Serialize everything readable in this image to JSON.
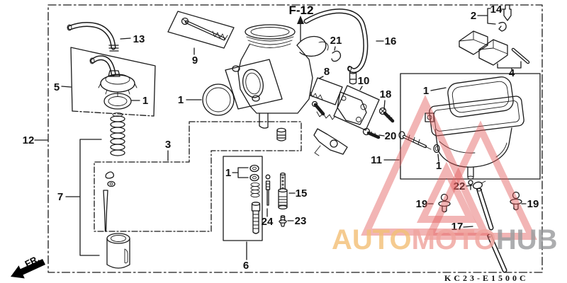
{
  "meta": {
    "background": "#ffffff",
    "line_color": "#1a1a1a",
    "type": "exploded-parts-diagram"
  },
  "ref": {
    "section_label": "F-12"
  },
  "footer": {
    "drawing_code": "KC23-E1500C",
    "front_marker": "FR."
  },
  "watermark": {
    "text_auto": "AUTO",
    "text_moto": "MOTO",
    "text_hub": "HUB",
    "color_auto": "#F3C078",
    "color_moto": "#F0A49E",
    "color_hub": "#9A9C9E",
    "triangle_color": "#E35C5C"
  },
  "callouts": {
    "n1": "1",
    "n2": "2",
    "n3": "3",
    "n4": "4",
    "n5": "5",
    "n6": "6",
    "n7": "7",
    "n8": "8",
    "n9": "9",
    "n10": "10",
    "n11": "11",
    "n12": "12",
    "n13": "13",
    "n14": "14",
    "n15": "15",
    "n16": "16",
    "n17": "17",
    "n18": "18",
    "n19": "19",
    "n20": "20",
    "n21": "21",
    "n22": "22",
    "n23": "23",
    "n24": "24"
  }
}
